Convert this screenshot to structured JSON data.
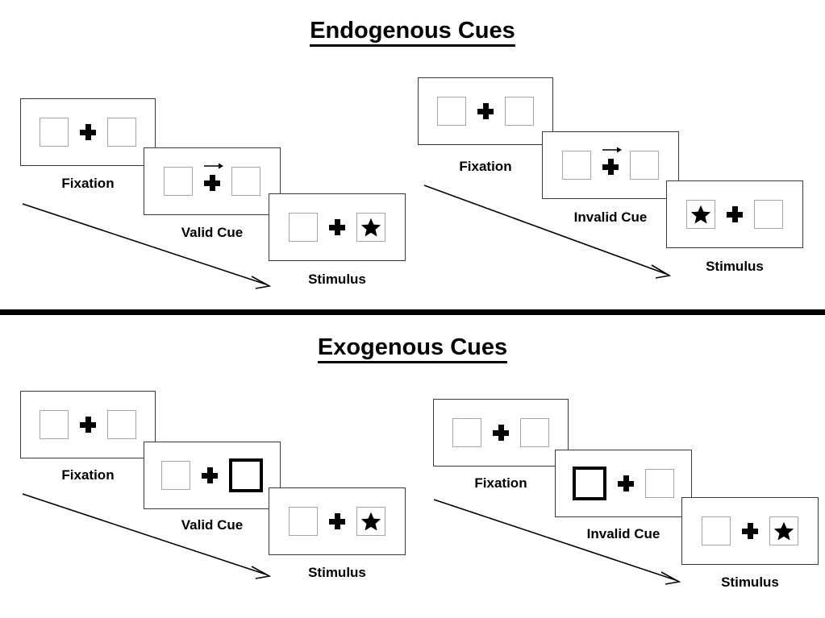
{
  "sections": [
    {
      "id": "endogenous",
      "title": "Endogenous Cues",
      "columns": [
        {
          "id": "endogenous-valid",
          "panels": [
            {
              "label": "Fixation",
              "cue": "none",
              "left_content": "empty",
              "right_content": "empty"
            },
            {
              "label": "Valid Cue",
              "cue": "arrow-right",
              "left_content": "empty",
              "right_content": "empty"
            },
            {
              "label": "Stimulus",
              "cue": "none",
              "left_content": "empty",
              "right_content": "star"
            }
          ]
        },
        {
          "id": "endogenous-invalid",
          "panels": [
            {
              "label": "Fixation",
              "cue": "none",
              "left_content": "empty",
              "right_content": "empty"
            },
            {
              "label": "Invalid Cue",
              "cue": "arrow-right",
              "left_content": "empty",
              "right_content": "empty"
            },
            {
              "label": "Stimulus",
              "cue": "none",
              "left_content": "star",
              "right_content": "empty"
            }
          ]
        }
      ]
    },
    {
      "id": "exogenous",
      "title": "Exogenous Cues",
      "columns": [
        {
          "id": "exogenous-valid",
          "panels": [
            {
              "label": "Fixation",
              "cue": "none",
              "left_content": "empty",
              "right_content": "empty"
            },
            {
              "label": "Valid Cue",
              "cue": "none",
              "left_content": "empty",
              "right_content": "cued"
            },
            {
              "label": "Stimulus",
              "cue": "none",
              "left_content": "empty",
              "right_content": "star"
            }
          ]
        },
        {
          "id": "exogenous-invalid",
          "panels": [
            {
              "label": "Fixation",
              "cue": "none",
              "left_content": "empty",
              "right_content": "empty"
            },
            {
              "label": "Invalid Cue",
              "cue": "none",
              "left_content": "cued",
              "right_content": "empty"
            },
            {
              "label": "Stimulus",
              "cue": "none",
              "left_content": "empty",
              "right_content": "star"
            }
          ]
        }
      ]
    }
  ],
  "colors": {
    "panel_border": "#3a3a3a",
    "box_border": "#a6a6a6",
    "cued_box_border": "#000000",
    "star_fill": "#000000",
    "cross_fill": "#000000",
    "divider": "#000000",
    "background": "#ffffff"
  }
}
